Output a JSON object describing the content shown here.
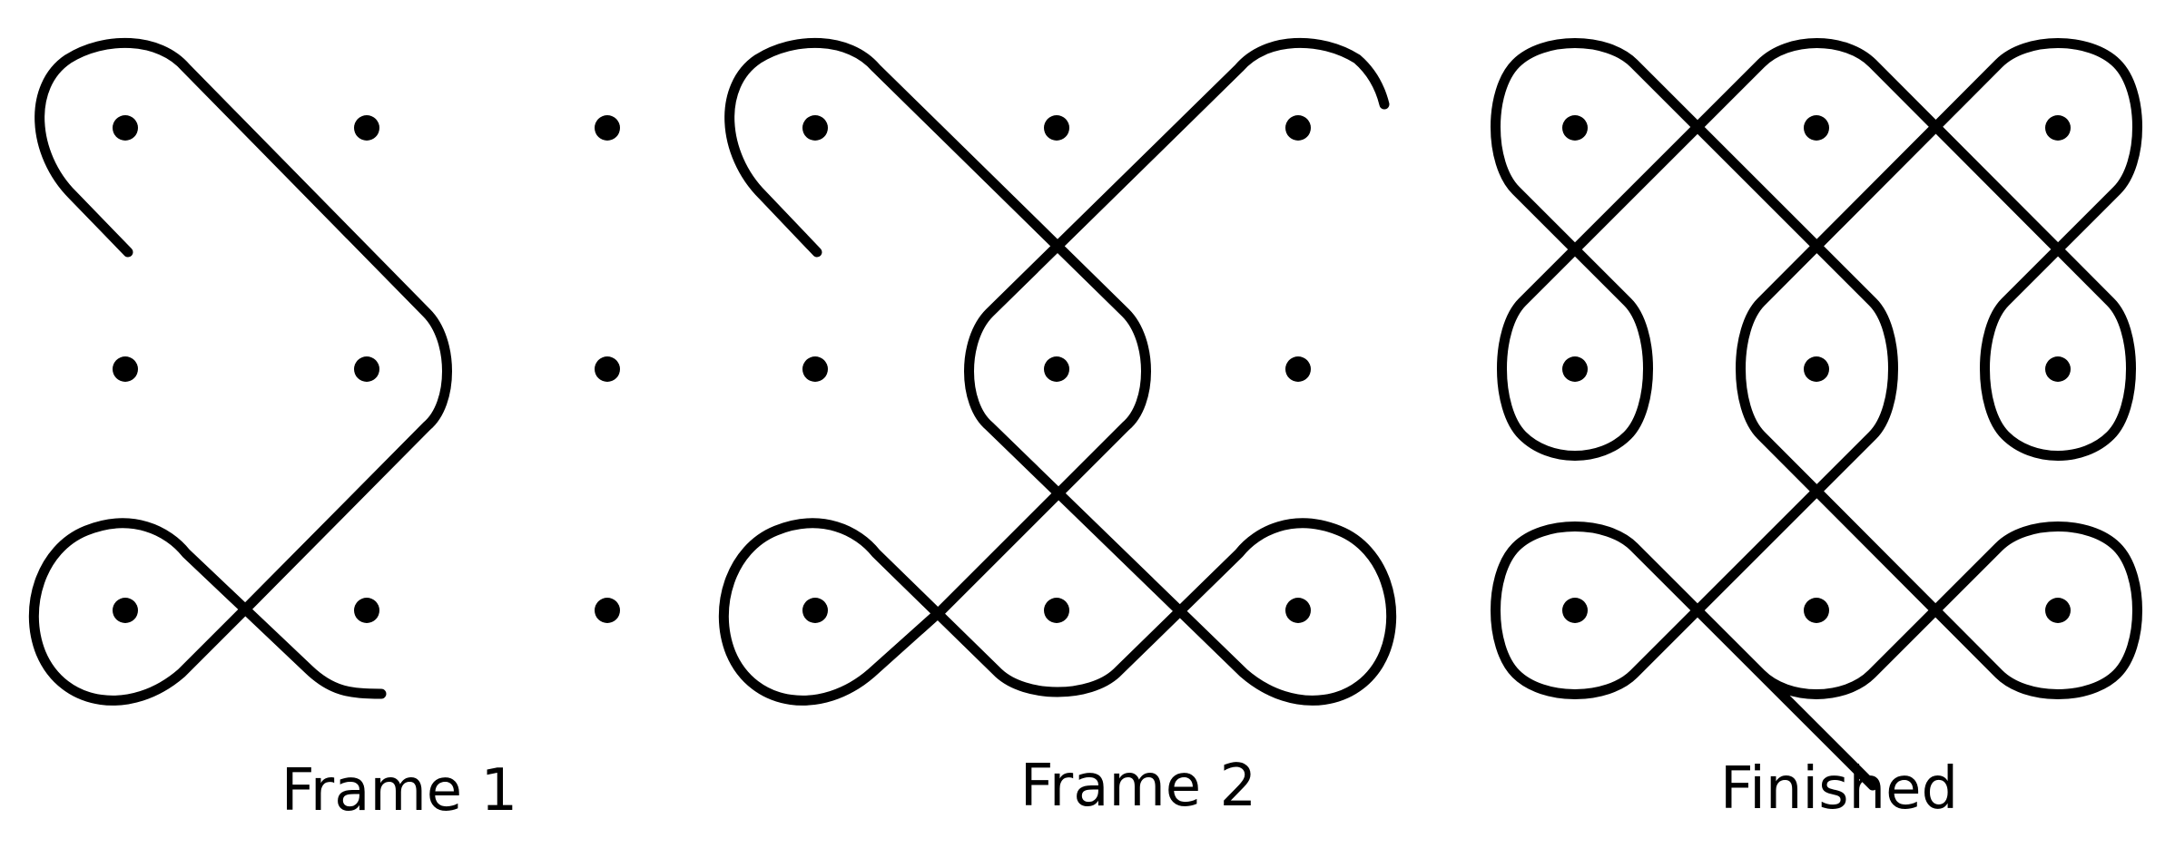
{
  "colors": {
    "ink": "#000000",
    "background": "#ffffff"
  },
  "frames": [
    {
      "caption": "Frame 1"
    },
    {
      "caption": "Frame 2"
    },
    {
      "caption": "Finished"
    }
  ]
}
